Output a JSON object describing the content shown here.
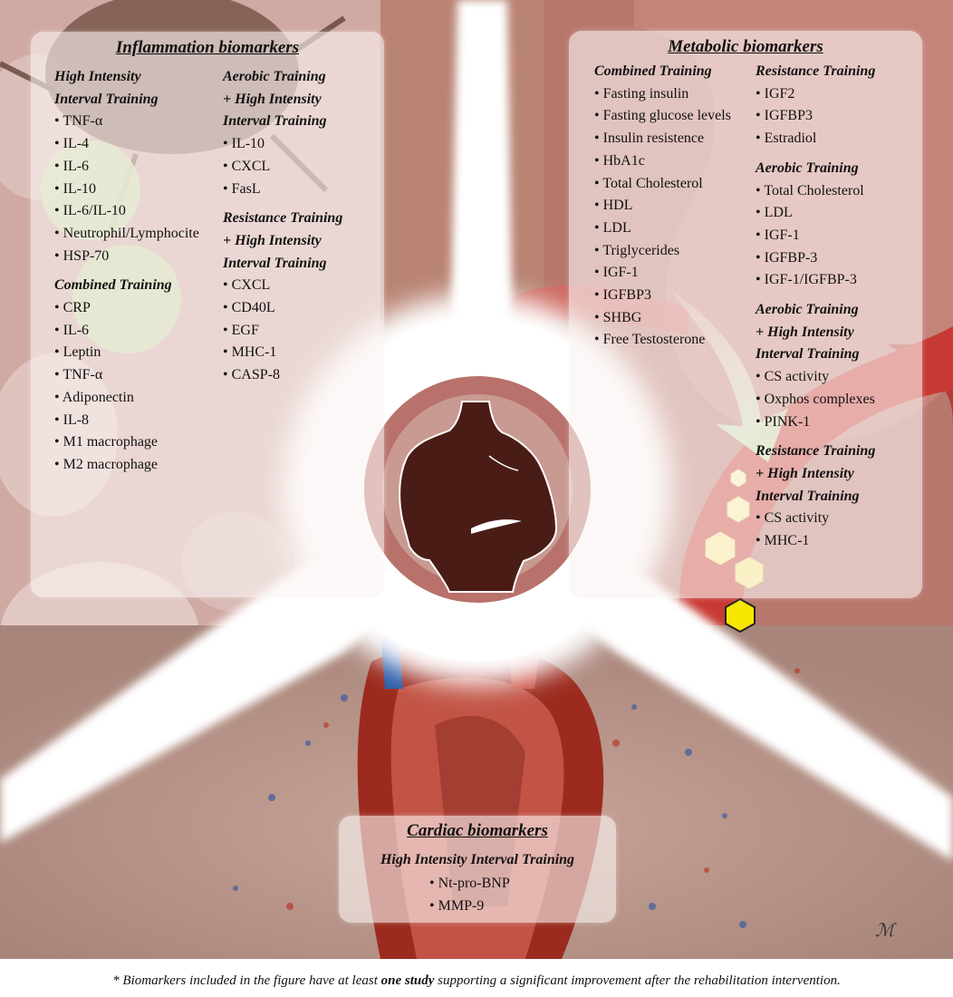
{
  "inflammation": {
    "title": "Inflammation biomarkers",
    "col1": [
      {
        "heading": [
          "High Intensity",
          "Interval Training"
        ],
        "items": [
          "TNF-α",
          "IL-4",
          "IL-6",
          "IL-10",
          "IL-6/IL-10",
          "Neutrophil/Lymphocite",
          "HSP-70"
        ]
      },
      {
        "heading": [
          "Combined Training"
        ],
        "items": [
          "CRP",
          "IL-6",
          "Leptin",
          "TNF-α",
          "Adiponectin",
          "IL-8",
          "M1 macrophage",
          "M2 macrophage"
        ]
      }
    ],
    "col2": [
      {
        "heading": [
          "Aerobic Training",
          "+ High Intensity",
          "Interval Training"
        ],
        "items": [
          "IL-10",
          "CXCL",
          "FasL"
        ]
      },
      {
        "heading": [
          "Resistance Training",
          "+ High Intensity",
          "Interval Training"
        ],
        "items": [
          "CXCL",
          "CD40L",
          "EGF",
          "MHC-1",
          "CASP-8"
        ]
      }
    ]
  },
  "metabolic": {
    "title": "Metabolic biomarkers",
    "col1": [
      {
        "heading": [
          "Combined Training"
        ],
        "items": [
          "Fasting insulin",
          "Fasting glucose levels",
          "Insulin resistence",
          "HbA1c",
          "Total Cholesterol",
          "HDL",
          "LDL",
          "Triglycerides",
          "IGF-1",
          "IGFBP3",
          "SHBG",
          "Free Testosterone"
        ]
      }
    ],
    "col2": [
      {
        "heading": [
          "Resistance Training"
        ],
        "items": [
          "IGF2",
          "IGFBP3",
          "Estradiol"
        ]
      },
      {
        "heading": [
          "Aerobic Training"
        ],
        "items": [
          "Total Cholesterol",
          "LDL",
          "IGF-1",
          "IGFBP-3",
          "IGF-1/IGFBP-3"
        ]
      },
      {
        "heading": [
          "Aerobic Training",
          "+ High Intensity",
          "Interval Training"
        ],
        "items": [
          "CS activity",
          "Oxphos complexes",
          "PINK-1"
        ]
      },
      {
        "heading": [
          "Resistance Training",
          "+ High Intensity",
          "Interval Training"
        ],
        "items": [
          "CS activity",
          "MHC-1"
        ]
      }
    ]
  },
  "cardiac": {
    "title": "Cardiac biomarkers",
    "heading": "High Intensity Interval Training",
    "items": [
      "Nt-pro-BNP",
      "MMP-9"
    ]
  },
  "footnote": {
    "prefix": "* Biomarkers included in the figure have at least ",
    "emphasis": "one study",
    "suffix": " supporting a significant improvement after the rehabilitation intervention."
  },
  "colors": {
    "ring": "#b8726b",
    "silhouette": "#4a1c16",
    "hexagon": "#f7e600",
    "arrow": "#d8f2c8"
  }
}
